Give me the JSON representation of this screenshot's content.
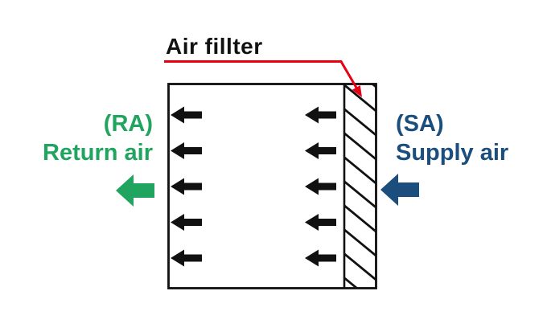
{
  "diagram": {
    "title": "Air fillter",
    "return_air": {
      "abbr": "(RA)",
      "label": "Return air"
    },
    "supply_air": {
      "abbr": "(SA)",
      "label": "Supply air"
    }
  },
  "colors": {
    "callout_red": "#e60012",
    "return_air_green": "#21a45f",
    "supply_air_blue": "#1b4e7d",
    "line_black": "#111111"
  }
}
